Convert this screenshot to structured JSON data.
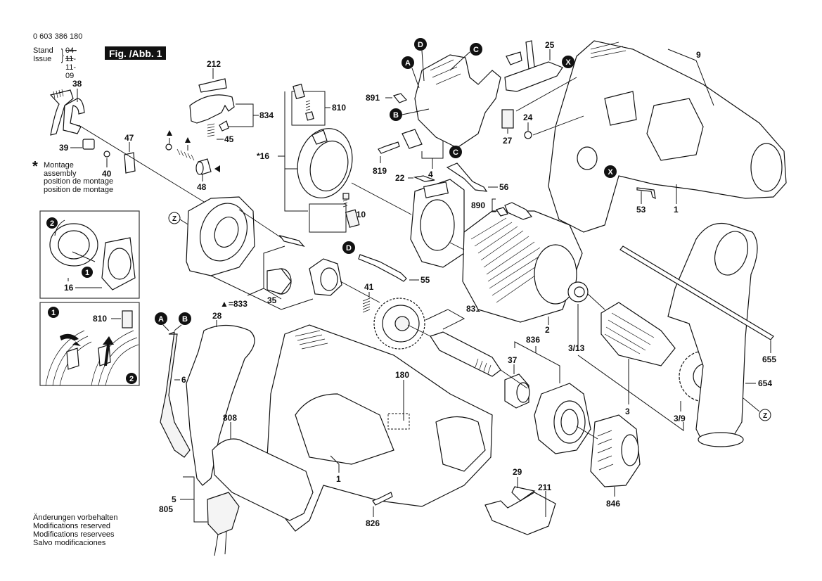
{
  "header": {
    "doc_number": "0 603 386 180",
    "stand_label": "Stand",
    "issue_label": "Issue",
    "stand_old_date": "04-11",
    "issue_date": "11-11-09",
    "figure_label": "Fig. /Abb. 1"
  },
  "assembly_note": {
    "symbol": "*",
    "lines": [
      "Montage",
      "assembly",
      "position de montage",
      "position de montage"
    ]
  },
  "footer": {
    "lines": [
      "Änderungen vorbehalten",
      "Modifications reserved",
      "Modifications reservees",
      "Salvo modificaciones"
    ]
  },
  "legend": {
    "triangle_equals": "▲=833",
    "star_16": "*16"
  },
  "connector_markers": {
    "A": "A",
    "B": "B",
    "C": "C",
    "D": "D",
    "X": "X",
    "Z": "Z"
  },
  "inset_markers": {
    "step1": "1",
    "step2": "2"
  },
  "part_labels": {
    "p38": "38",
    "p39": "39",
    "p40": "40",
    "p47": "47",
    "p212": "212",
    "p834": "834",
    "p45": "45",
    "p48": "48",
    "p810a": "810",
    "p810b": "810",
    "p810c": "810",
    "p16": "16",
    "p891": "891",
    "p819": "819",
    "p4": "4",
    "p22": "22",
    "p56": "56",
    "p25": "25",
    "p27": "27",
    "p24": "24",
    "p9": "9",
    "p53": "53",
    "p1a": "1",
    "p890": "890",
    "p55": "55",
    "p35": "35",
    "p41": "41",
    "p831": "831",
    "p2": "2",
    "p3_13": "3/13",
    "p836": "836",
    "p37": "37",
    "p3": "3",
    "p3_9": "3/9",
    "p655": "655",
    "p654": "654",
    "p28": "28",
    "p6": "6",
    "p180": "180",
    "p808": "808",
    "p1b": "1",
    "p5": "5",
    "p805": "805",
    "p826": "826",
    "p29": "29",
    "p211": "211",
    "p846": "846"
  }
}
